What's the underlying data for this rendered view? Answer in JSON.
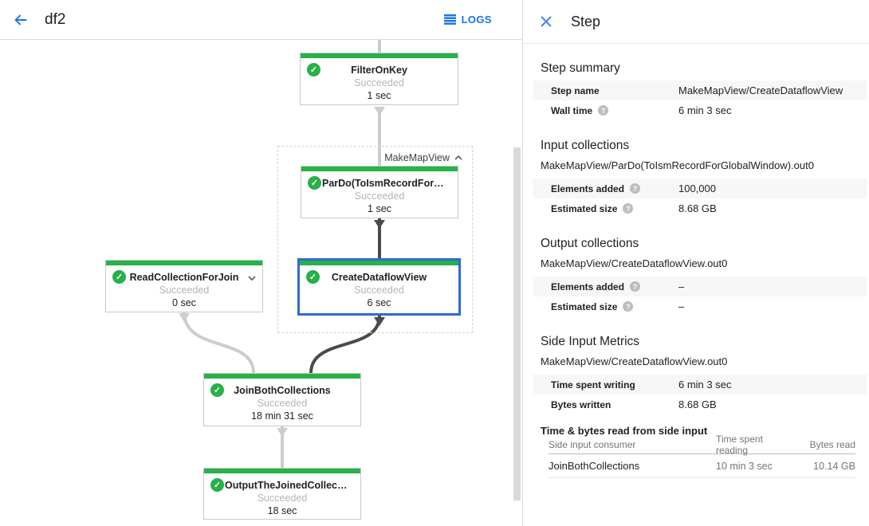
{
  "header": {
    "title": "df2",
    "logs_label": "LOGS"
  },
  "icons": {
    "help": "?",
    "check": "✓"
  },
  "colors": {
    "node_success_green": "#26b14a",
    "selected_node_blue": "#3367d6",
    "action_blue": "#1a73e8",
    "edge_light": "#cdcdcd",
    "edge_dark": "#4a4a4a"
  },
  "graph": {
    "group_label": "MakeMapView",
    "nodes": [
      {
        "name": "FilterOnKey",
        "status": "Succeeded",
        "time": "1 sec"
      },
      {
        "name": "ParDo(ToIsmRecordFor…",
        "status": "Succeeded",
        "time": "1 sec"
      },
      {
        "name": "CreateDataflowView",
        "status": "Succeeded",
        "time": "6 sec"
      },
      {
        "name": "ReadCollectionForJoin",
        "status": "Succeeded",
        "time": "0 sec"
      },
      {
        "name": "JoinBothCollections",
        "status": "Succeeded",
        "time": "18 min 31 sec"
      },
      {
        "name": "OutputTheJoinedCollec…",
        "status": "Succeeded",
        "time": "18 sec"
      }
    ]
  },
  "panel": {
    "title": "Step",
    "step_summary": {
      "heading": "Step summary",
      "rows": [
        {
          "label": "Step name",
          "value": "MakeMapView/CreateDataflowView"
        },
        {
          "label": "Wall time",
          "value": "6 min 3 sec"
        }
      ]
    },
    "input_collections": {
      "heading": "Input collections",
      "collection": "MakeMapView/ParDo(ToIsmRecordForGlobalWindow).out0",
      "rows": [
        {
          "label": "Elements added",
          "value": "100,000"
        },
        {
          "label": "Estimated size",
          "value": "8.68 GB"
        }
      ]
    },
    "output_collections": {
      "heading": "Output collections",
      "collection": "MakeMapView/CreateDataflowView.out0",
      "rows": [
        {
          "label": "Elements added",
          "value": "–"
        },
        {
          "label": "Estimated size",
          "value": "–"
        }
      ]
    },
    "side_input_metrics": {
      "heading": "Side Input Metrics",
      "collection": "MakeMapView/CreateDataflowView.out0",
      "rows": [
        {
          "label": "Time spent writing",
          "value": "6 min 3 sec"
        },
        {
          "label": "Bytes written",
          "value": "8.68 GB"
        }
      ]
    },
    "side_input_table": {
      "heading": "Time & bytes read from side input",
      "columns": [
        "Side input consumer",
        "Time spent reading",
        "Bytes read"
      ],
      "rows": [
        {
          "consumer": "JoinBothCollections",
          "time_reading": "10 min 3 sec",
          "bytes_read": "10.14 GB"
        }
      ]
    }
  }
}
